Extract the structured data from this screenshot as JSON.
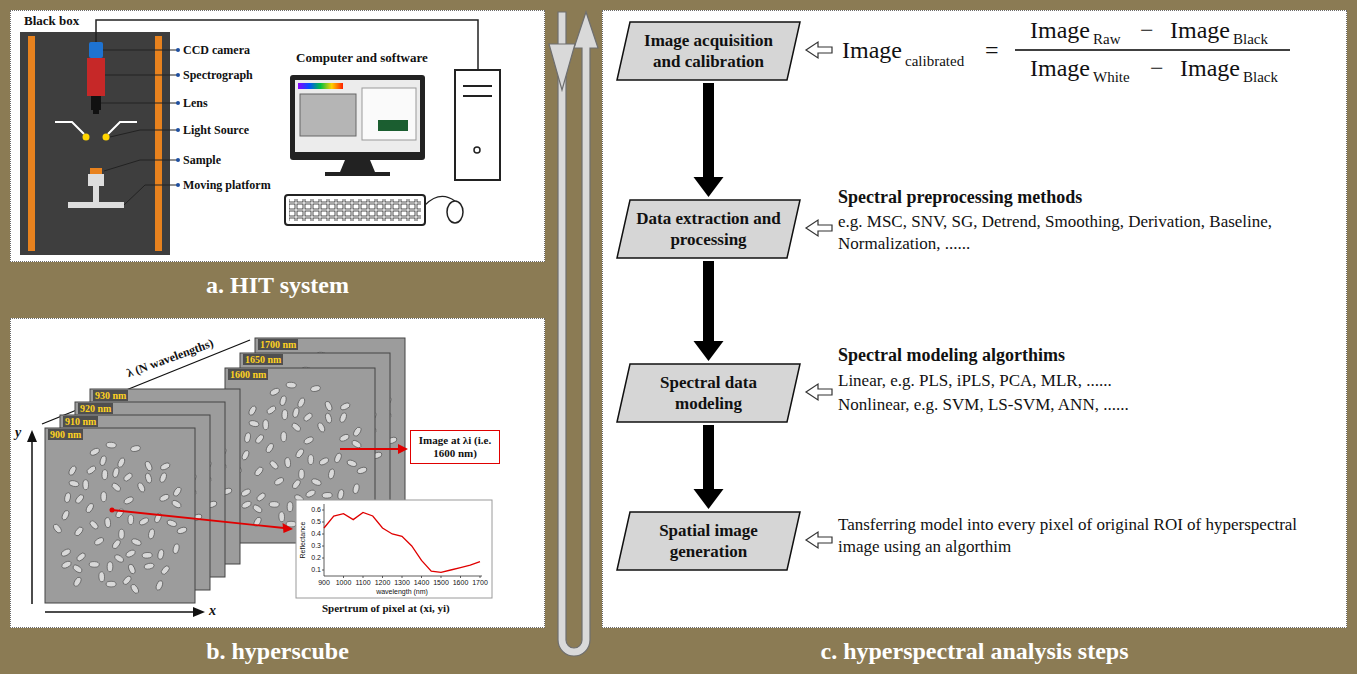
{
  "diagram": {
    "nodes": [
      {
        "text": [
          "a. HIT system"
        ]
      },
      {
        "text": [
          "b. hyperscube"
        ]
      },
      {
        "text": [
          "Image at λi (i.e. 1600 nm)"
        ],
        "in": 1
      },
      {
        "text": [
          "c. hyperspectral analysis steps"
        ]
      },
      {
        "text": [
          "Image acquisition and calibration"
        ],
        "in": 3
      },
      {
        "text": [
          "Data extraction and processing"
        ],
        "in": 3
      },
      {
        "text": [
          "Spectral data modeling"
        ],
        "in": 3
      },
      {
        "text": [
          "Spatial image generation"
        ],
        "in": 3
      }
    ],
    "edges": [
      {
        "from": 4,
        "to": 5,
        "arrow": "to"
      },
      {
        "from": 5,
        "to": 6,
        "arrow": "to"
      },
      {
        "from": 6,
        "to": 7,
        "arrow": "to"
      }
    ],
    "labels": [
      "Black box",
      "CCD camera",
      "Spectrograph",
      "Lens",
      "Light Source",
      "Sample",
      "Moving platform",
      "Computer and software",
      "λ (N wavelengths)",
      "1700 nm",
      "1650 nm",
      "1600 nm",
      "930 nm",
      "920 nm",
      "910 nm",
      "900 nm",
      "y",
      "x",
      "0.6",
      "0.5",
      "0.4",
      "0.3",
      "0.2",
      "0.1",
      "900",
      "1000",
      "1100",
      "1200",
      "1300",
      "1400",
      "1500",
      "1600",
      "1700",
      "Reflectance",
      "wavelength (nm)",
      "Spertrum of pixel at (xi, yi)",
      "Image",
      "calibrated",
      "=",
      "Image",
      "Raw",
      "−",
      "Image",
      "Black",
      "Image",
      "White",
      "−",
      "Image",
      "Black",
      "Spectral preprocessing methods",
      "e.g. MSC, SNV, SG, Detrend, Smoothing, Derivation, Baseline, Normalization, ......",
      "Spectral modeling algorthims",
      "Linear, e.g. PLS, iPLS, PCA, MLR, ......",
      "Nonlinear, e.g. SVM, LS-SVM, ANN, ......",
      "Tansferring model into every pixel of original ROI of hyperspectral image using an algorthim"
    ]
  }
}
